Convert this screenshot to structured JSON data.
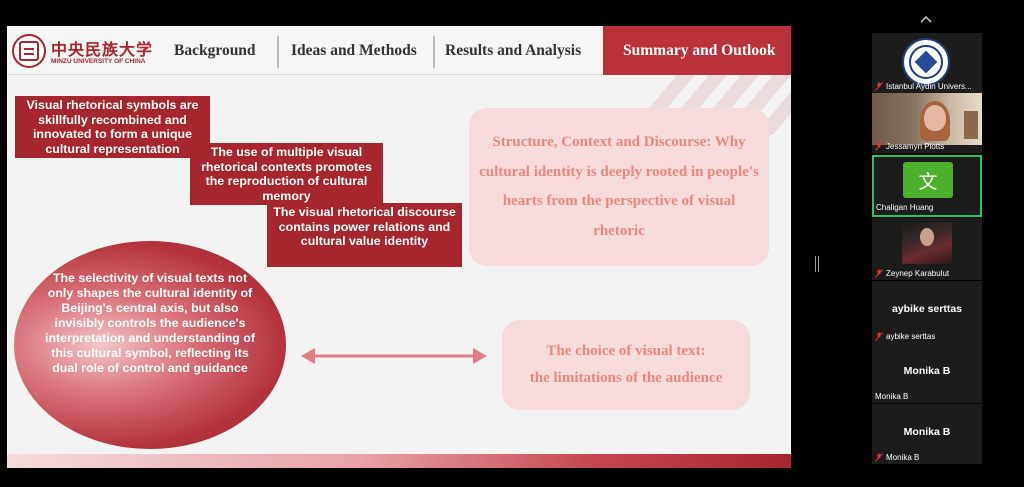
{
  "slide": {
    "logo": {
      "name_cn": "中央民族大学",
      "name_en": "MINZU UNIVERSITY OF CHINA"
    },
    "nav": {
      "background": "Background",
      "ideas": "Ideas and Methods",
      "results": "Results and Analysis",
      "summary": "Summary and Outlook"
    },
    "boxes": {
      "box1": "Visual rhetorical symbols are skillfully recombined and innovated to form a unique cultural representation",
      "box2": "The use of multiple visual rhetorical contexts promotes the reproduction of cultural memory",
      "box3": "The visual rhetorical discourse contains power relations and cultural value identity"
    },
    "ellipse_text": "The selectivity of visual texts not only shapes the cultural identity of Beijing's central axis, but also invisibly controls the audience's interpretation and understanding of this cultural symbol, reflecting its dual role of control and guidance",
    "panel_structure": "Structure, Context and Discourse: Why cultural identity is deeply rooted in people's hearts from the perspective of visual rhetoric",
    "panel_choice_line1": "The choice of visual text:",
    "panel_choice_line2": "the limitations of the audience"
  },
  "participants": [
    {
      "name": "Istanbul Aydin Univers...",
      "muted": true
    },
    {
      "name": "Jessamyn Plotts",
      "muted": true
    },
    {
      "name": "Chaligan Huang",
      "muted": false,
      "avatar_char": "文",
      "avatar_color": "#4caf2d",
      "active_speaker": true
    },
    {
      "name": "Zeynep Karabulut",
      "muted": true
    },
    {
      "name": "aybike serttas",
      "muted": true,
      "display_name": "aybike serttas"
    },
    {
      "name": "Monika B",
      "muted": false,
      "display_name": "Monika B"
    },
    {
      "name": "Monika B",
      "muted": true,
      "display_name": "Monika B"
    }
  ],
  "colors": {
    "slide_accent": "#a6262f",
    "panel_pink": "#f7dbdc",
    "panel_text": "#e9877f",
    "active_speaker_border": "#23c55e",
    "muted_icon": "#e0303a"
  }
}
